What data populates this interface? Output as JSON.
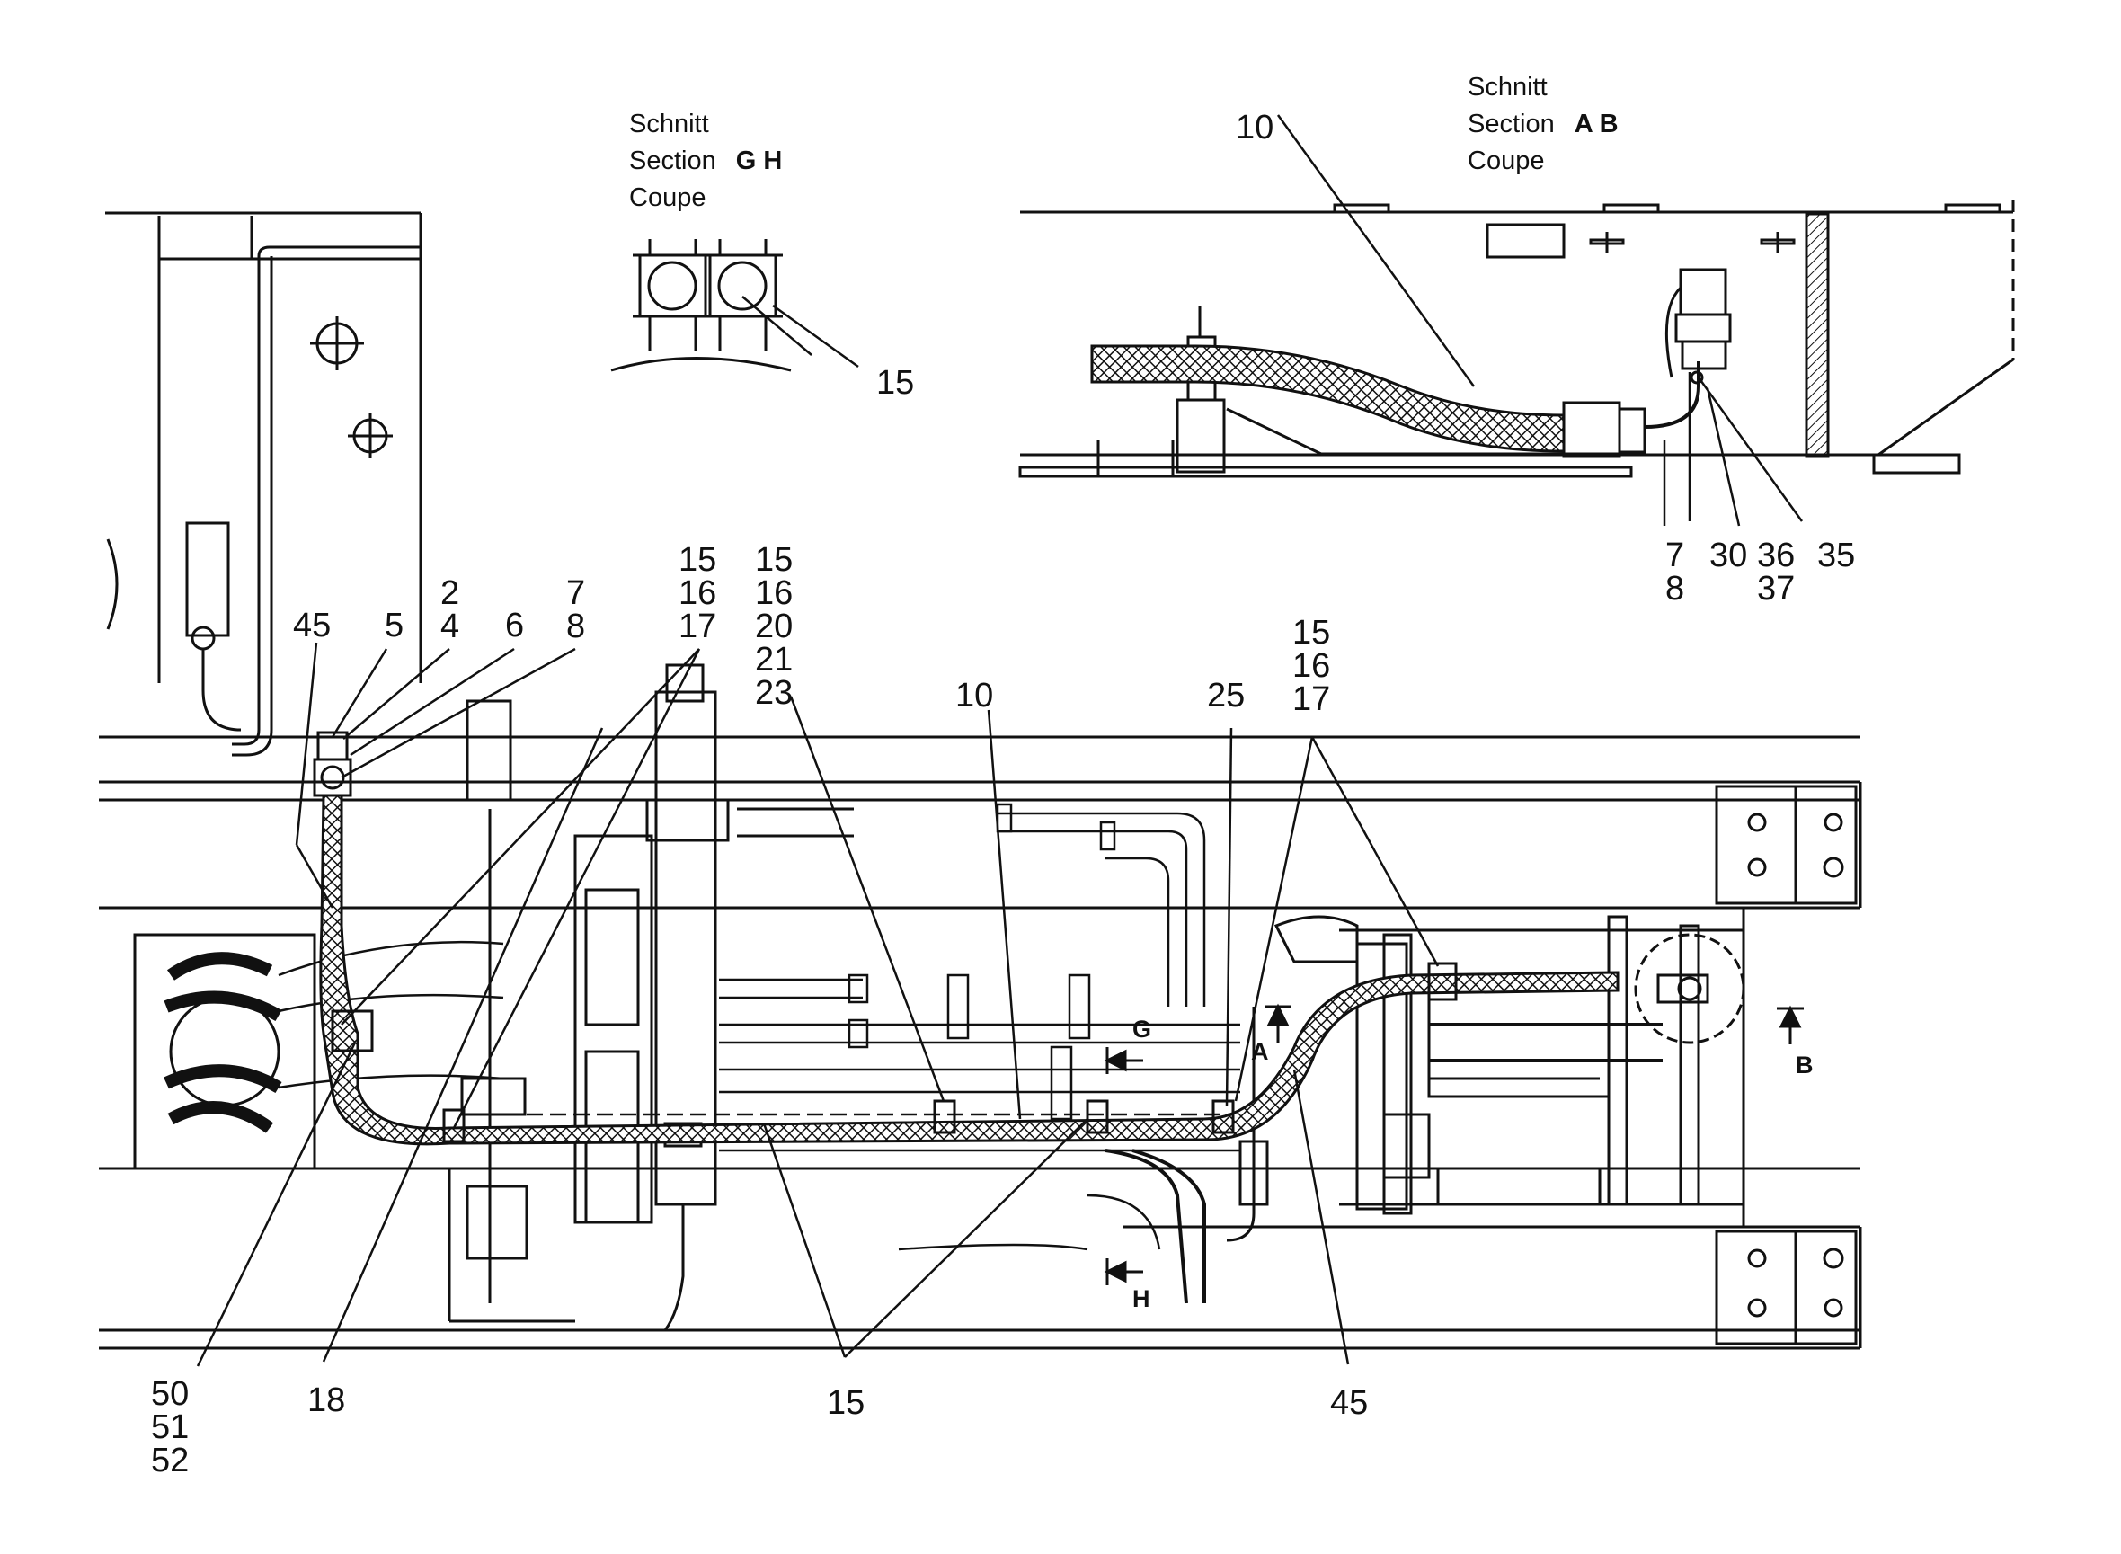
{
  "sections": {
    "gh": {
      "lines": [
        "Schnitt",
        "Section",
        "Coupe"
      ],
      "letters": "G H"
    },
    "ab": {
      "lines": [
        "Schnitt",
        "Section",
        "Coupe"
      ],
      "letters": "A B"
    }
  },
  "callouts": {
    "gh_15": [
      "15"
    ],
    "ab_10": [
      "10"
    ],
    "ab_7_8": [
      "7",
      "8"
    ],
    "ab_30": [
      "30"
    ],
    "ab_36_37": [
      "36",
      "37"
    ],
    "ab_35": [
      "35"
    ],
    "c45_left": [
      "45"
    ],
    "c5": [
      "5"
    ],
    "c2_4": [
      "2",
      "4"
    ],
    "c6": [
      "6"
    ],
    "c7_8": [
      "7",
      "8"
    ],
    "c15_16_17_a": [
      "15",
      "16",
      "17"
    ],
    "c15_16_20_21_23": [
      "15",
      "16",
      "20",
      "21",
      "23"
    ],
    "c10": [
      "10"
    ],
    "c25": [
      "25"
    ],
    "c15_16_17_b": [
      "15",
      "16",
      "17"
    ],
    "c50_51_52": [
      "50",
      "51",
      "52"
    ],
    "c18": [
      "18"
    ],
    "c15_bottom": [
      "15"
    ],
    "c45_bottom": [
      "45"
    ]
  },
  "section_markers": {
    "g": "G",
    "h": "H",
    "a": "A",
    "b": "B"
  }
}
